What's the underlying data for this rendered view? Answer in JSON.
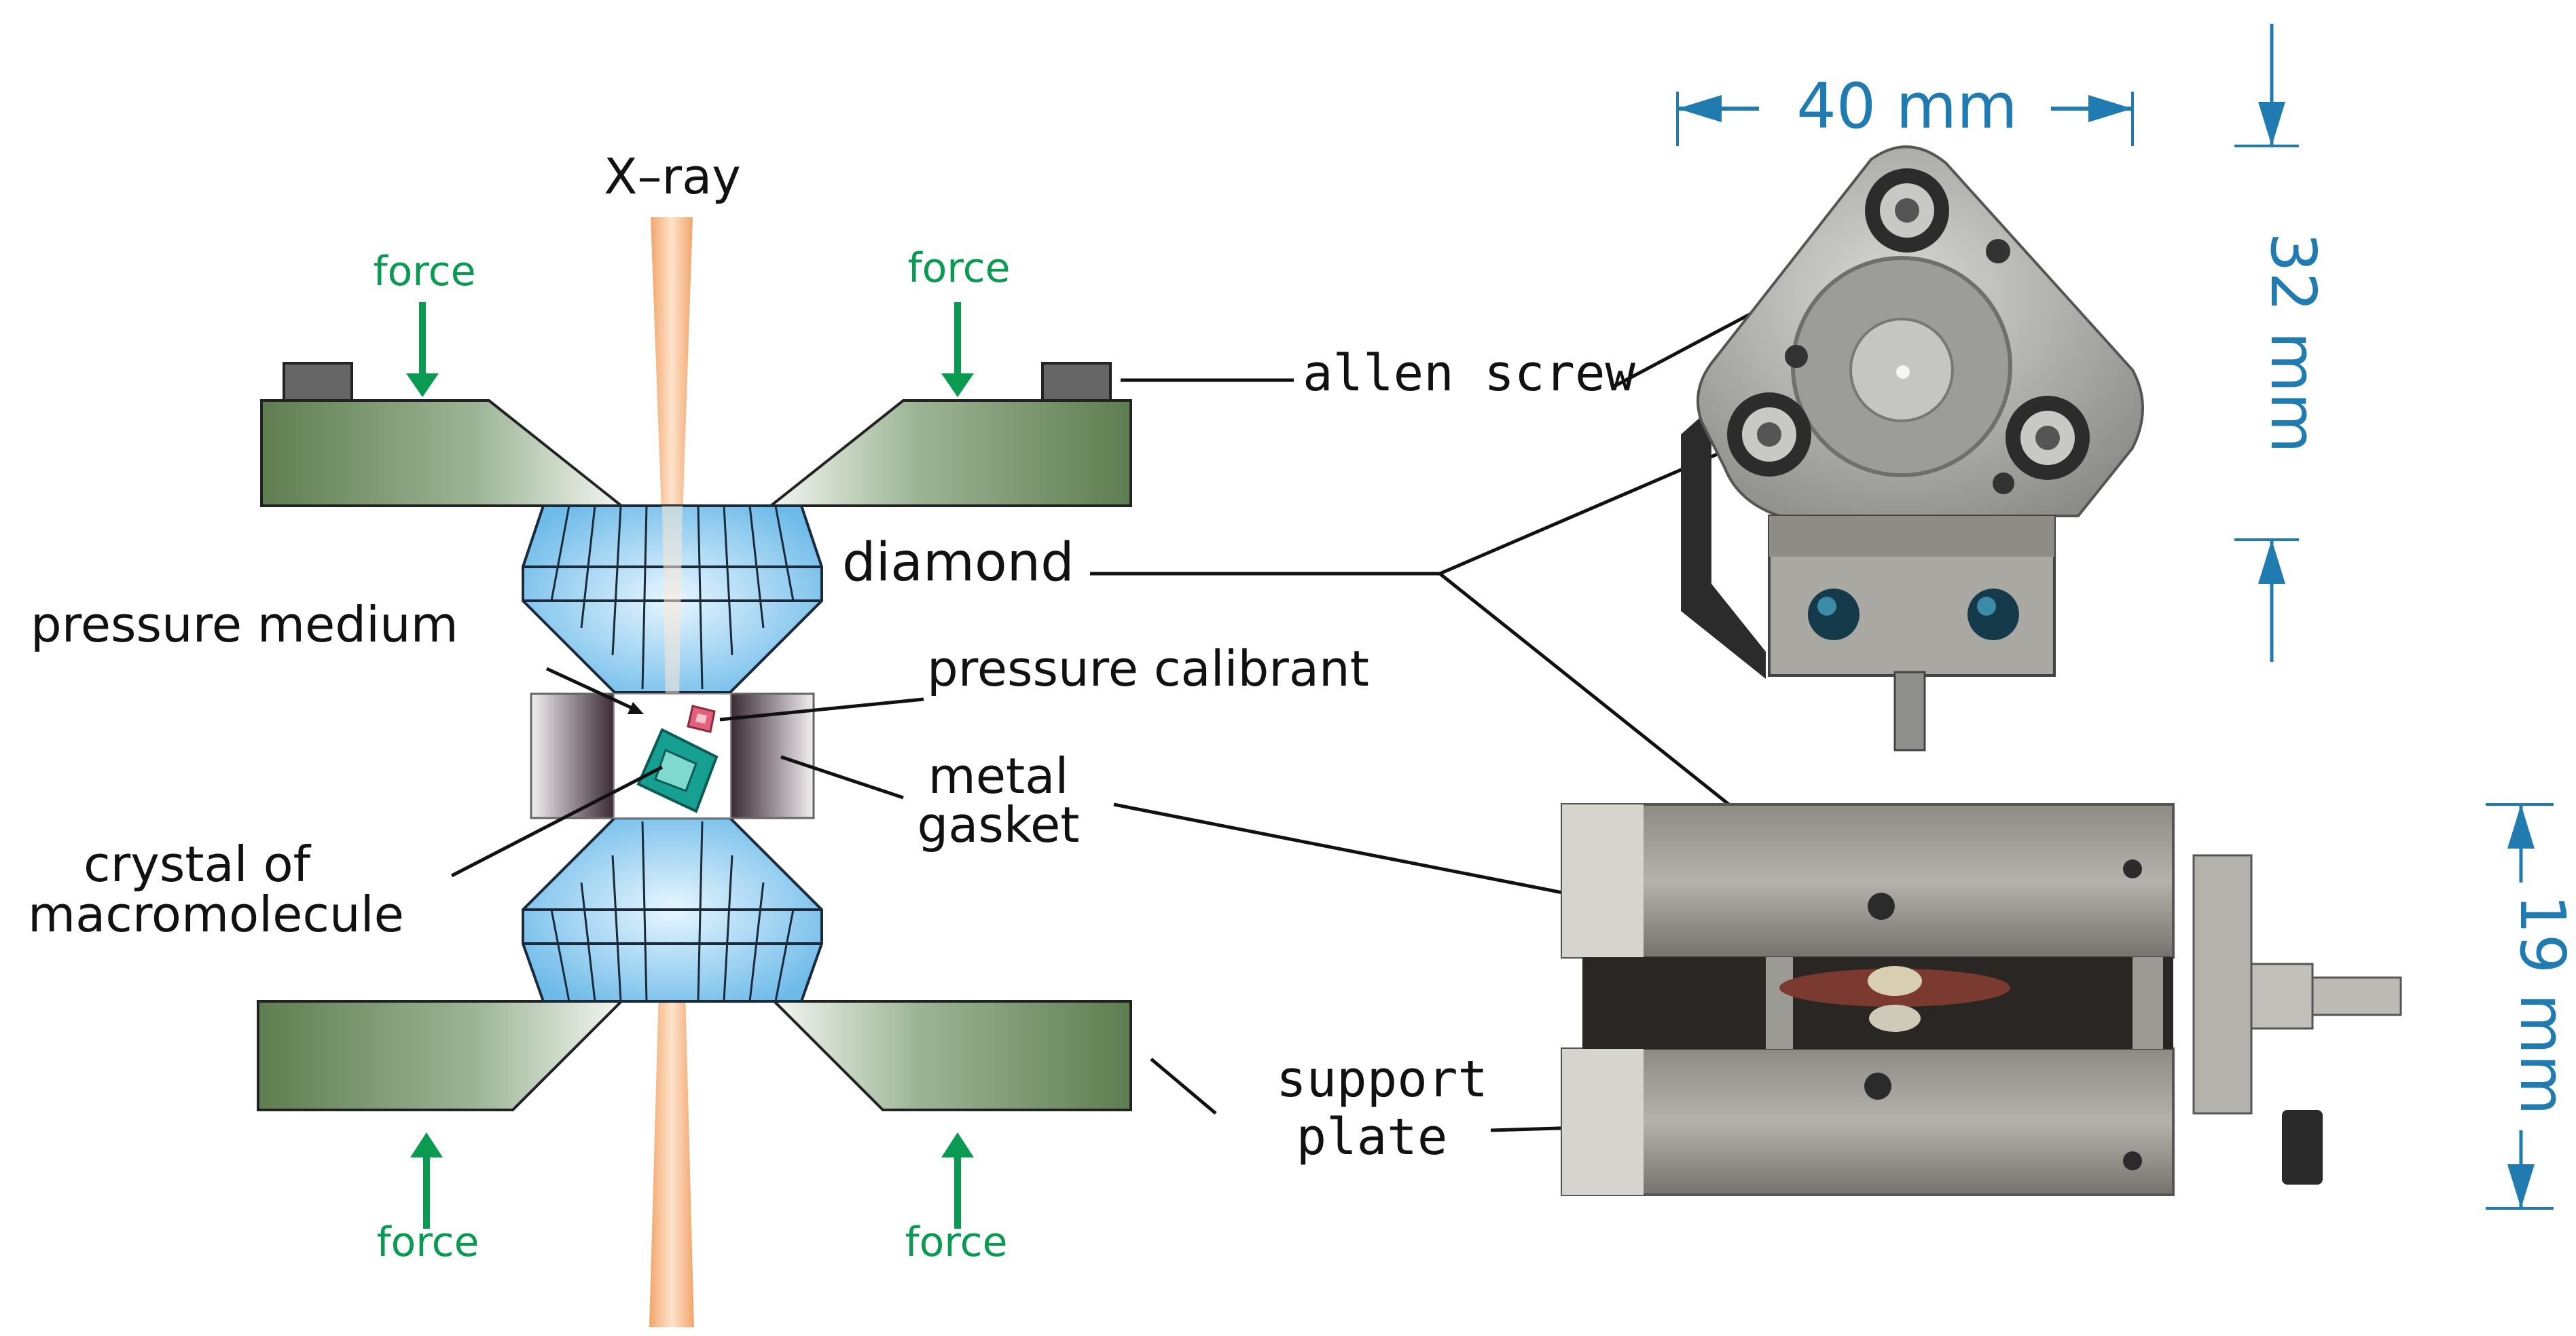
{
  "labels": {
    "xray": "X–ray",
    "force_top_left": "force",
    "force_top_right": "force",
    "force_bottom_left": "force",
    "force_bottom_right": "force",
    "allen_screw": "allen screw",
    "diamond": "diamond",
    "pressure_medium": "pressure medium",
    "pressure_calibrant": "pressure calibrant",
    "metal_line1": "metal",
    "metal_line2": "gasket",
    "crystal_line1": "crystal of",
    "crystal_line2": "macromolecule",
    "support_line1": "support",
    "support_line2": "plate"
  },
  "dimensions": {
    "width": "40 mm",
    "height": "32 mm",
    "thickness": "19 mm"
  },
  "colors": {
    "force_arrow": "#0a9a52",
    "dimension": "#1f7bb0",
    "plate_green": "#5f7f52",
    "diamond_blue": "#7cc4ef",
    "gasket": "#4a3a40",
    "crystal": "#1aa39a",
    "calibrant": "#e0607e",
    "xray_beam": "#f4b27f"
  }
}
